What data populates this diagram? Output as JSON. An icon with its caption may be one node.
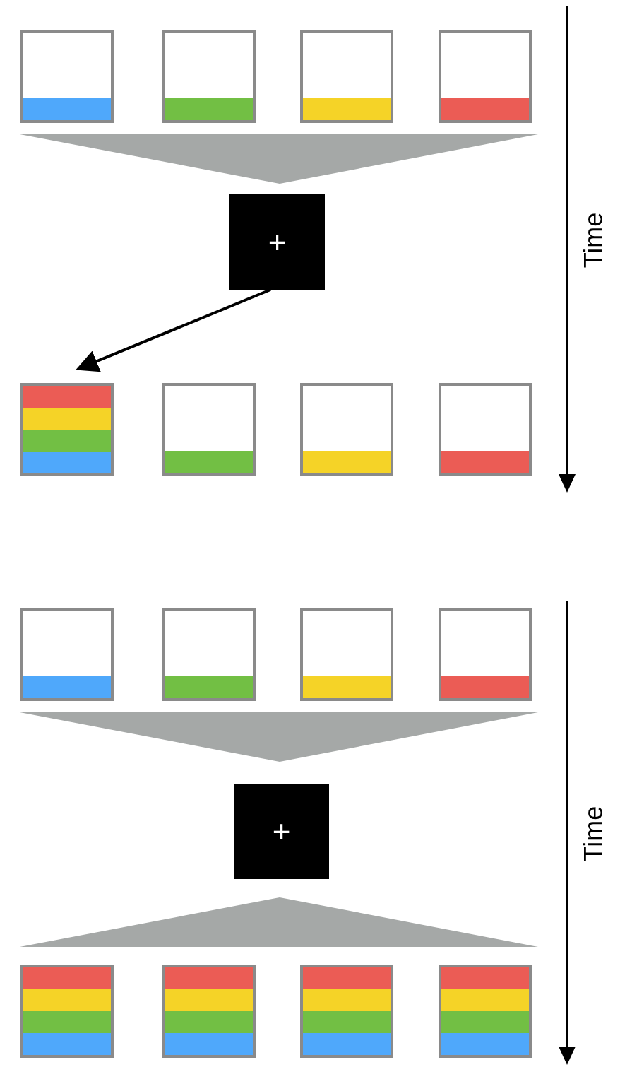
{
  "diagram": {
    "nodes": [
      {
        "text": [],
        "shape": "box"
      },
      {
        "text": [],
        "shape": "box"
      },
      {
        "text": [],
        "shape": "box"
      },
      {
        "text": [],
        "shape": "box"
      },
      {
        "text": [],
        "shape": "triangle"
      },
      {
        "text": [
          "+"
        ]
      },
      {
        "text": [],
        "shape": "box"
      },
      {
        "text": [],
        "shape": "box"
      },
      {
        "text": [],
        "shape": "box"
      },
      {
        "text": [],
        "shape": "box"
      },
      {
        "text": [],
        "shape": "box"
      },
      {
        "text": [],
        "shape": "box"
      },
      {
        "text": [],
        "shape": "box"
      },
      {
        "text": [],
        "shape": "box"
      },
      {
        "text": [],
        "shape": "triangle"
      },
      {
        "text": [
          "+"
        ]
      },
      {
        "text": [],
        "shape": "triangle"
      },
      {
        "text": [],
        "shape": "box"
      },
      {
        "text": [],
        "shape": "box"
      },
      {
        "text": [],
        "shape": "box"
      },
      {
        "text": [],
        "shape": "box"
      }
    ],
    "edges": [
      {
        "from": 5,
        "to": 6,
        "arrow": "to"
      }
    ],
    "labels": [
      "Time",
      "Time"
    ]
  }
}
